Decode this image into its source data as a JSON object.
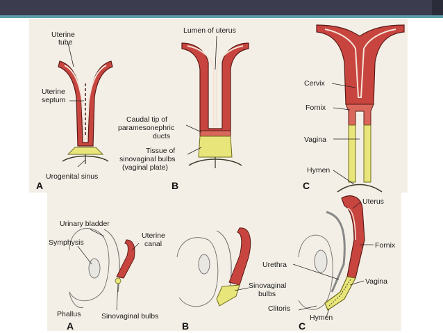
{
  "slide": {
    "colors": {
      "bar": "#3b3d4f",
      "accent": "#5b9ea8",
      "tissue": "#c8453f",
      "tissue_light": "#e89a86",
      "bulb": "#e8e67a",
      "panel": "#f4efe6"
    }
  },
  "top_figure": {
    "panel_a": {
      "letter": "A",
      "labels": {
        "uterine_tube_1": "Uterine",
        "uterine_tube_2": "tube",
        "uterine_septum_1": "Uterine",
        "uterine_septum_2": "septum",
        "urogenital_sinus": "Urogenital sinus"
      }
    },
    "panel_b": {
      "letter": "B",
      "labels": {
        "lumen": "Lumen of uterus",
        "caudal_1": "Caudal tip of",
        "caudal_2": "paramesonephric",
        "caudal_3": "ducts",
        "tissue_1": "Tissue of",
        "tissue_2": "sinovaginal bulbs",
        "tissue_3": "(vaginal plate)"
      }
    },
    "panel_c": {
      "letter": "C",
      "labels": {
        "cervix": "Cervix",
        "fornix": "Fornix",
        "vagina": "Vagina",
        "hymen": "Hymen"
      }
    }
  },
  "bottom_figure": {
    "panel_a": {
      "letter": "A",
      "labels": {
        "urinary_bladder": "Urinary bladder",
        "symphysis": "Symphysis",
        "uterine_canal_1": "Uterine",
        "uterine_canal_2": "canal",
        "phallus": "Phallus",
        "sinovaginal_bulbs": "Sinovaginal bulbs"
      }
    },
    "panel_b": {
      "letter": "B",
      "labels": {
        "sinovaginal_1": "Sinovaginal",
        "sinovaginal_2": "bulbs"
      }
    },
    "panel_c": {
      "letter": "C",
      "labels": {
        "uterus": "Uterus",
        "fornix": "Fornix",
        "urethra": "Urethra",
        "vagina": "Vagina",
        "clitoris": "Clitoris",
        "hymen": "Hymen"
      }
    }
  }
}
